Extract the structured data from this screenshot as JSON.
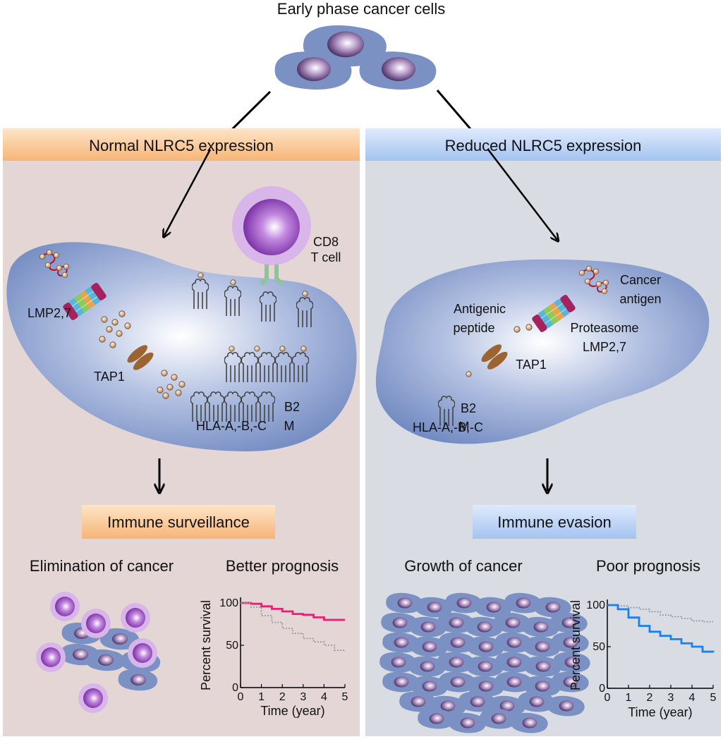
{
  "title": "Early phase cancer cells",
  "left": {
    "header": "Normal NLRC5 expression",
    "labels": {
      "cd8_line1": "CD8",
      "cd8_line2": "T cell",
      "lmp": "LMP2,7",
      "tap": "TAP1",
      "b2m_line1": "B2",
      "b2m_line2": "M",
      "hla": "HLA-A,-B,-C"
    },
    "outcome": "Immune surveillance",
    "caption_left": "Elimination of cancer",
    "caption_right": "Better prognosis"
  },
  "right": {
    "header": "Reduced NLRC5 expression",
    "labels": {
      "cancer_antigen_line1": "Cancer",
      "cancer_antigen_line2": "antigen",
      "antigenic_line1": "Antigenic",
      "antigenic_line2": "peptide",
      "proteasome_line1": "Proteasome",
      "proteasome_line2": "LMP2,7",
      "tap": "TAP1",
      "b2m_line1": "B2",
      "b2m_line2": "M",
      "hla": "HLA-A,-B,-C"
    },
    "outcome": "Immune evasion",
    "caption_left": "Growth of cancer",
    "caption_right": "Poor prognosis"
  },
  "colors": {
    "left_panel": "#e3d6d4",
    "right_panel": "#d9dde3",
    "left_header": "#f9c28a",
    "right_header": "#b7d2f4",
    "cell_body": "#7c93c6",
    "nucleus": "#6e4b8a",
    "tcell": "#a35fc4",
    "tap": "#9b6431",
    "good_curve": "#ec1c77",
    "poor_curve": "#1a7ff0",
    "reference_curve": "#999999"
  },
  "chart_data": [
    {
      "type": "line",
      "xlabel": "Time (year)",
      "ylabel": "Percent survival",
      "xlim": [
        0,
        5
      ],
      "ylim": [
        0,
        100
      ],
      "xticks": [
        "0",
        "1",
        "2",
        "3",
        "4",
        "5"
      ],
      "yticks": [
        "0",
        "50",
        "100"
      ],
      "series": [
        {
          "color": "#ec1c77",
          "style": "solid",
          "x": [
            0,
            0.5,
            1,
            1.5,
            2,
            2.5,
            3,
            3.5,
            4,
            4.5,
            5
          ],
          "y": [
            100,
            99,
            96,
            93,
            90,
            87,
            86,
            83,
            80,
            80,
            80
          ]
        },
        {
          "color": "#999999",
          "style": "dotted",
          "x": [
            0,
            0.5,
            1,
            1.5,
            2,
            2.5,
            3,
            3.5,
            4,
            4.5,
            5
          ],
          "y": [
            100,
            95,
            85,
            77,
            70,
            64,
            58,
            54,
            50,
            44,
            43
          ]
        }
      ]
    },
    {
      "type": "line",
      "xlabel": "Time (year)",
      "ylabel": "Percent survival",
      "xlim": [
        0,
        5
      ],
      "ylim": [
        0,
        100
      ],
      "xticks": [
        "0",
        "1",
        "2",
        "3",
        "4",
        "5"
      ],
      "yticks": [
        "0",
        "50",
        "100"
      ],
      "series": [
        {
          "color": "#999999",
          "style": "dotted",
          "x": [
            0,
            0.5,
            1,
            1.5,
            2,
            2.5,
            3,
            3.5,
            4,
            4.5,
            5
          ],
          "y": [
            100,
            99,
            97,
            95,
            92,
            88,
            86,
            84,
            81,
            80,
            80
          ]
        },
        {
          "color": "#1a7ff0",
          "style": "solid",
          "x": [
            0,
            0.5,
            1,
            1.5,
            2,
            2.5,
            3,
            3.5,
            4,
            4.5,
            5
          ],
          "y": [
            100,
            95,
            85,
            75,
            68,
            63,
            59,
            54,
            50,
            44,
            43
          ]
        }
      ]
    }
  ]
}
